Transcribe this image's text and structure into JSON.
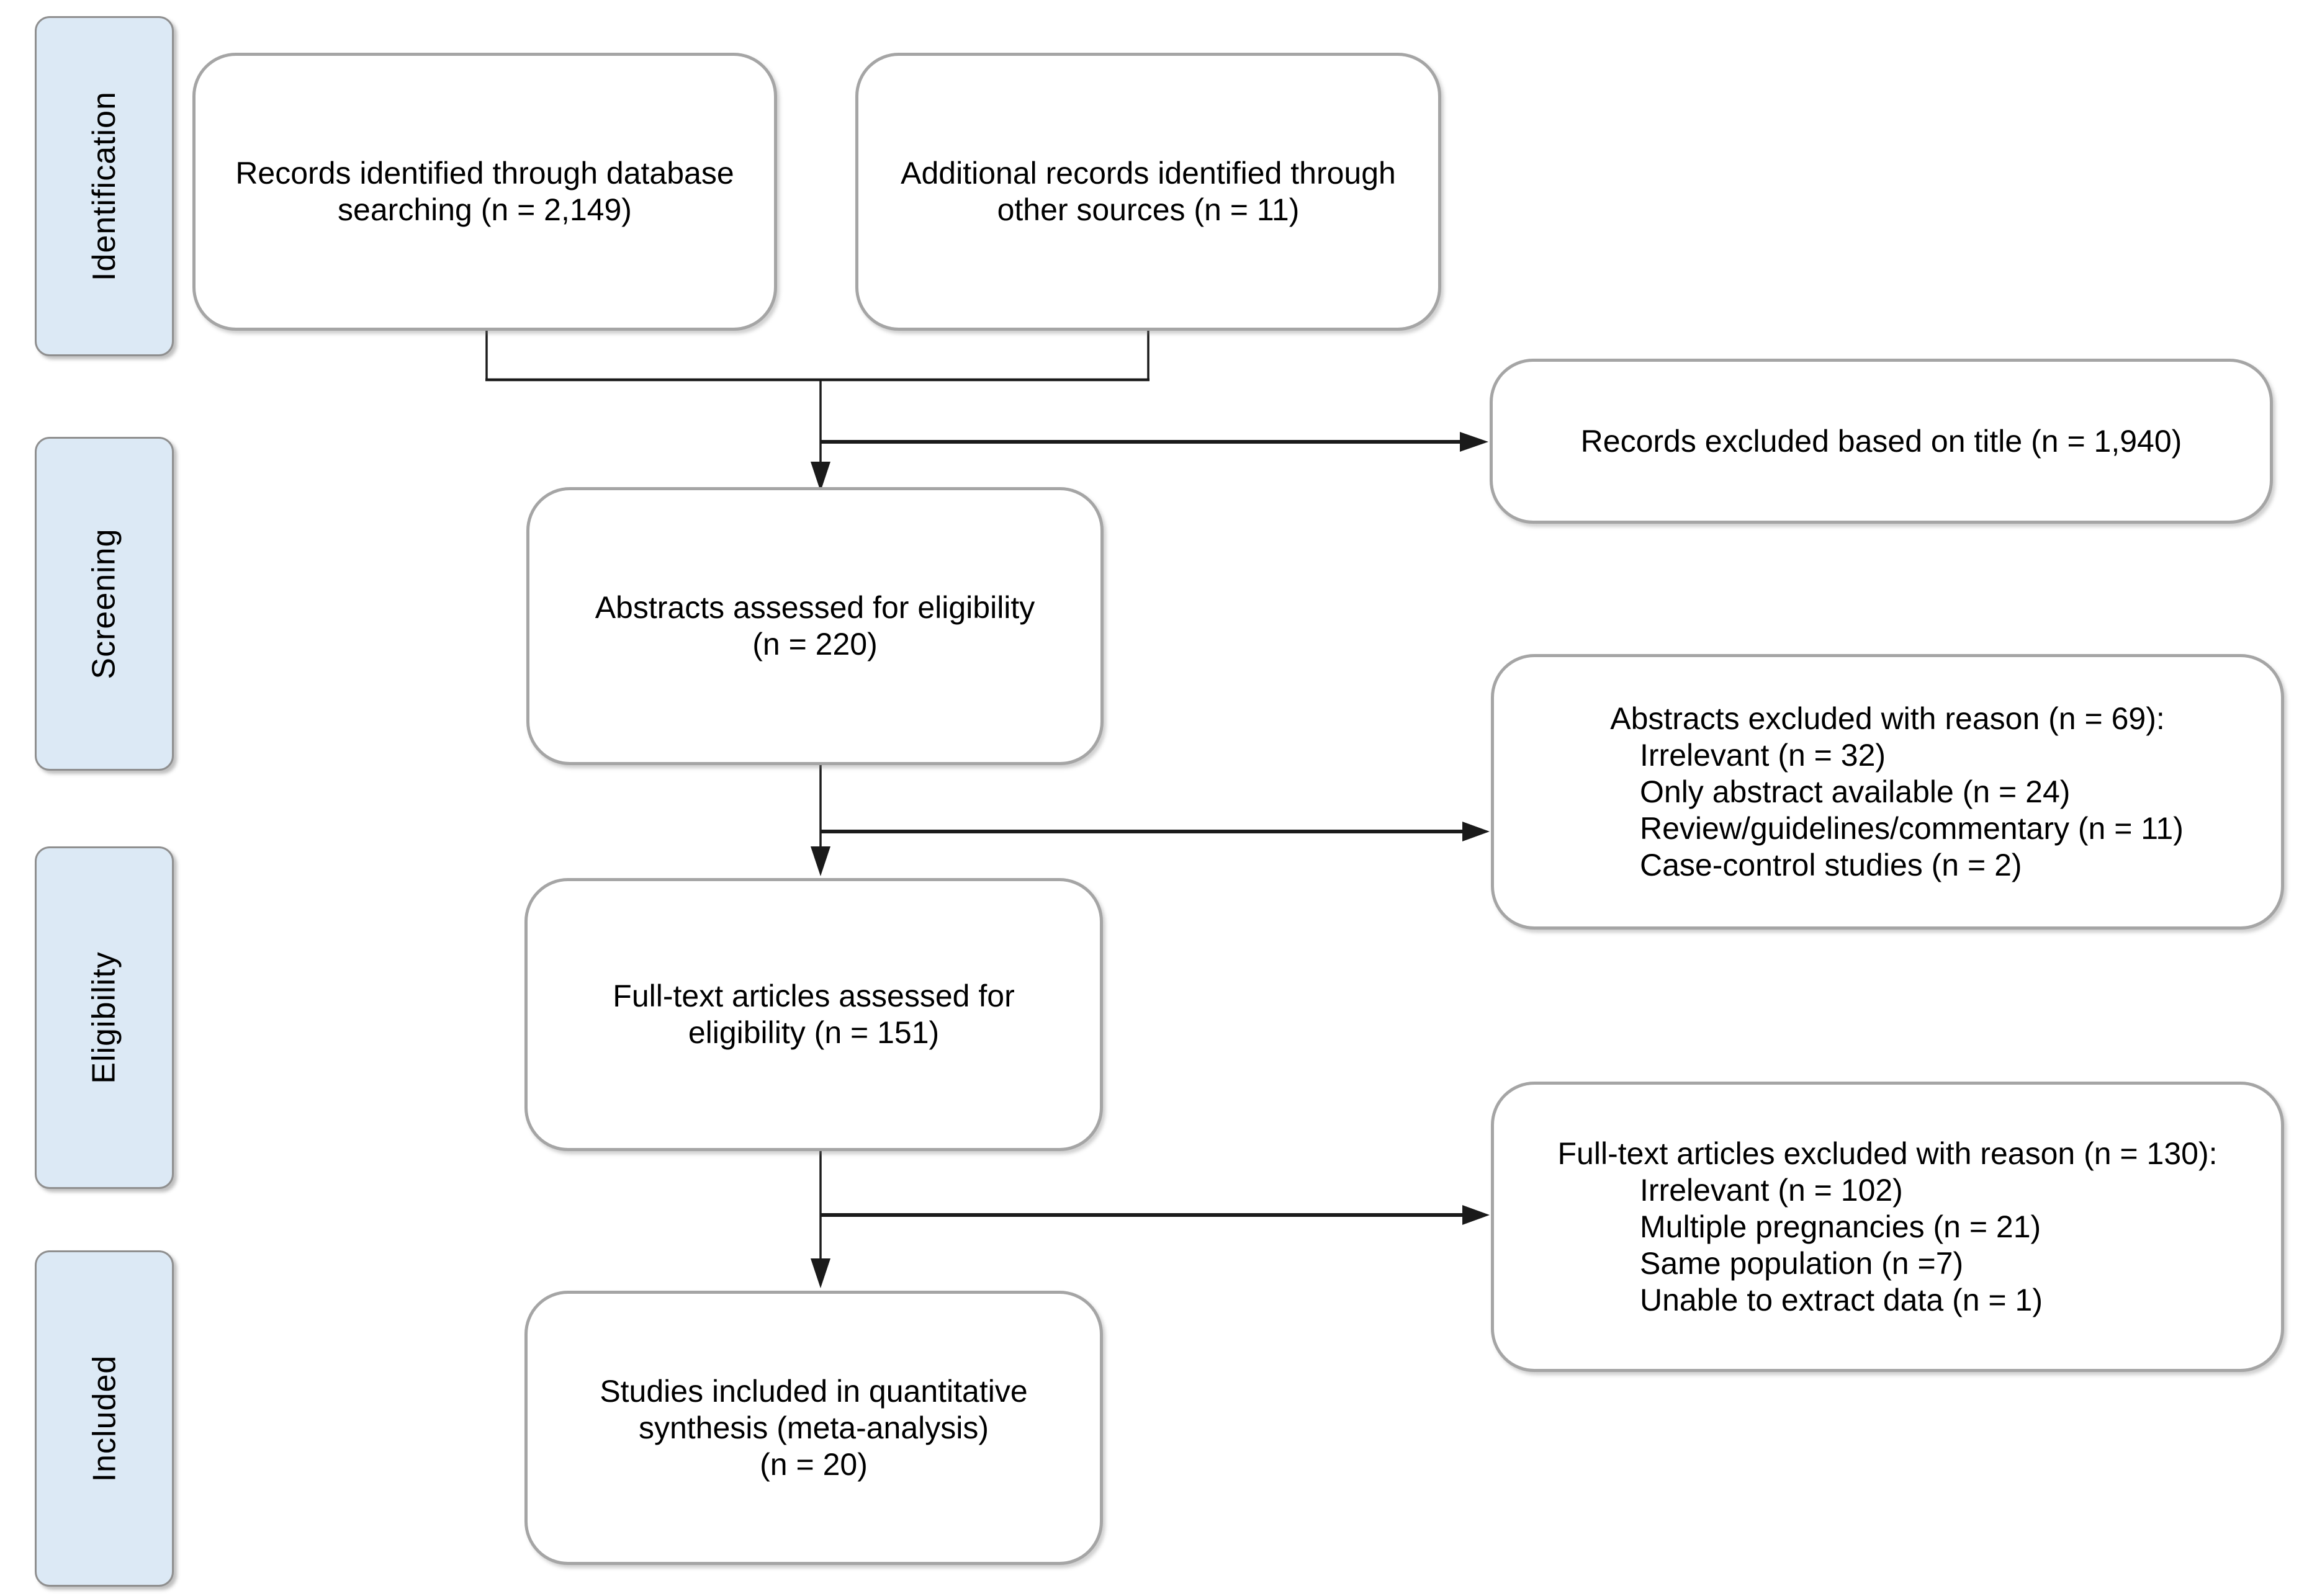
{
  "diagram": {
    "stages": [
      {
        "label": "Identification"
      },
      {
        "label": "Screening"
      },
      {
        "label": "Eligibility"
      },
      {
        "label": "Included"
      }
    ],
    "flow_boxes": [
      {
        "id": "records-identified",
        "line1": "Records identified through database",
        "line2": "searching (n = 2,149)"
      },
      {
        "id": "additional-records",
        "line1": "Additional records identified through",
        "line2": "other sources (n = 11)"
      },
      {
        "id": "abstracts-assessed",
        "line1": "Abstracts assessed for eligibility",
        "line2": "(n = 220)"
      },
      {
        "id": "fulltext-assessed",
        "line1": "Full-text articles assessed for",
        "line2": "eligibility (n = 151)"
      },
      {
        "id": "studies-included",
        "line1": "Studies included in quantitative",
        "line2": "synthesis (meta-analysis)",
        "line3": "(n = 20)"
      }
    ],
    "exclusion_boxes": [
      {
        "id": "records-excluded-title",
        "title": "Records excluded based on title (n = 1,940)",
        "items": []
      },
      {
        "id": "abstracts-excluded",
        "title": "Abstracts excluded with reason (n = 69):",
        "items": [
          "Irrelevant (n = 32)",
          "Only abstract available (n = 24)",
          "Review/guidelines/commentary (n = 11)",
          "Case-control studies (n = 2)"
        ]
      },
      {
        "id": "fulltext-excluded",
        "title": "Full-text articles excluded with reason (n = 130):",
        "items": [
          "Irrelevant (n = 102)",
          "Multiple pregnancies (n = 21)",
          "Same population (n =7)",
          "Unable to extract data (n = 1)"
        ]
      }
    ],
    "colors": {
      "stage_fill": "#dce9f5",
      "stage_border": "#8f8f8f",
      "box_border": "#a5a5a5",
      "connector": "#1a1a1a",
      "text": "#000000"
    }
  }
}
